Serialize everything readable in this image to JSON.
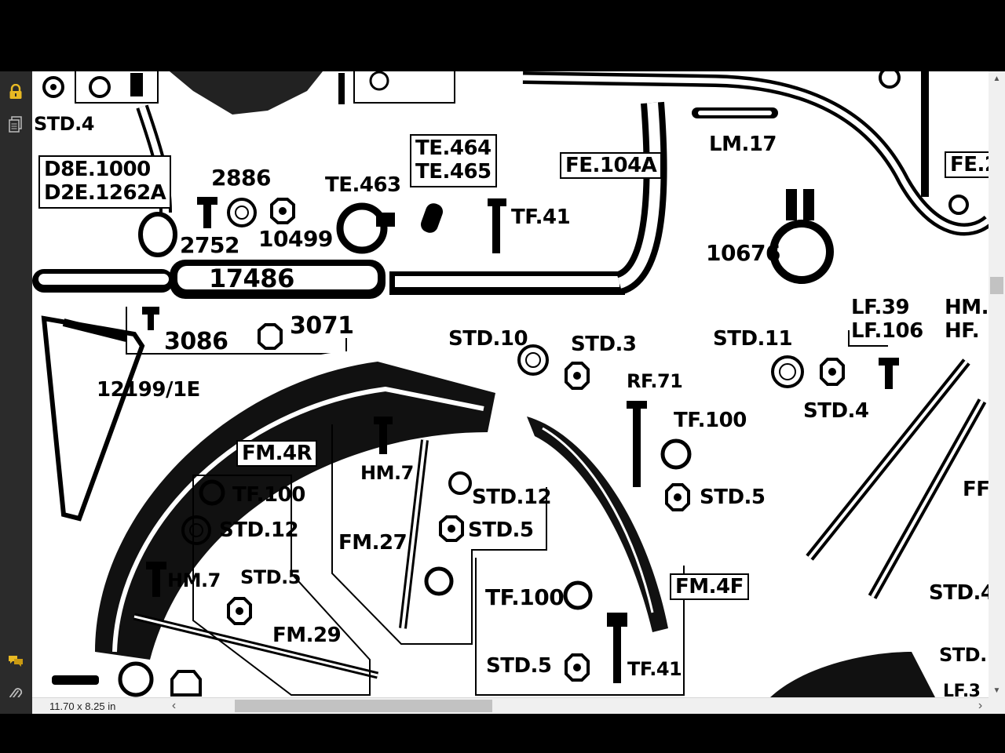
{
  "status": {
    "page_size": "11.70 x 8.25 in"
  },
  "icons": {
    "lock": "lock-icon",
    "pages": "pages-icon",
    "comments": "comments-icon",
    "attachments": "paperclip-icon",
    "scroll_up": "▲",
    "scroll_down": "▼",
    "scroll_left": "‹",
    "scroll_right": "›"
  },
  "diagram": {
    "labels": {
      "std4_top": "STD.4",
      "d8e1000": "D8E.1000",
      "d2e1262a": "D2E.1262A",
      "p2886": "2886",
      "p2752": "2752",
      "p10499": "10499",
      "te463": "TE.463",
      "te464": "TE.464",
      "te465": "TE.465",
      "tf41_top": "TF.41",
      "fe104a": "FE.104A",
      "lm17": "LM.17",
      "fe2": "FE.2",
      "p10676": "10676",
      "p17486": "17486",
      "p3086": "3086",
      "p3071": "3071",
      "p12199": "12199/1E",
      "std10": "STD.10",
      "std3": "STD.3",
      "std11": "STD.11",
      "lf39": "LF.39",
      "lf106": "LF.106",
      "hm_right": "HM.",
      "hf_right": "HF.",
      "rf71": "RF.71",
      "tf100_a": "TF.100",
      "std4_mid": "STD.4",
      "fm4r": "FM.4R",
      "hm7_a": "HM.7",
      "tf100_b": "TF.100",
      "std12_a": "STD.12",
      "std12_b": "STD.12",
      "std5_a": "STD.5",
      "std5_b": "STD.5",
      "ff_right": "FF.",
      "fm27": "FM.27",
      "hm7_b": "HM.7",
      "std5_c": "STD.5",
      "tf100_c": "TF.100",
      "fm4f": "FM.4F",
      "std4_right": "STD.4",
      "fm29": "FM.29",
      "std5_d": "STD.5",
      "tf41_bottom": "TF.41",
      "std_right_bottom": "STD.",
      "lf3_right": "LF.3"
    }
  }
}
